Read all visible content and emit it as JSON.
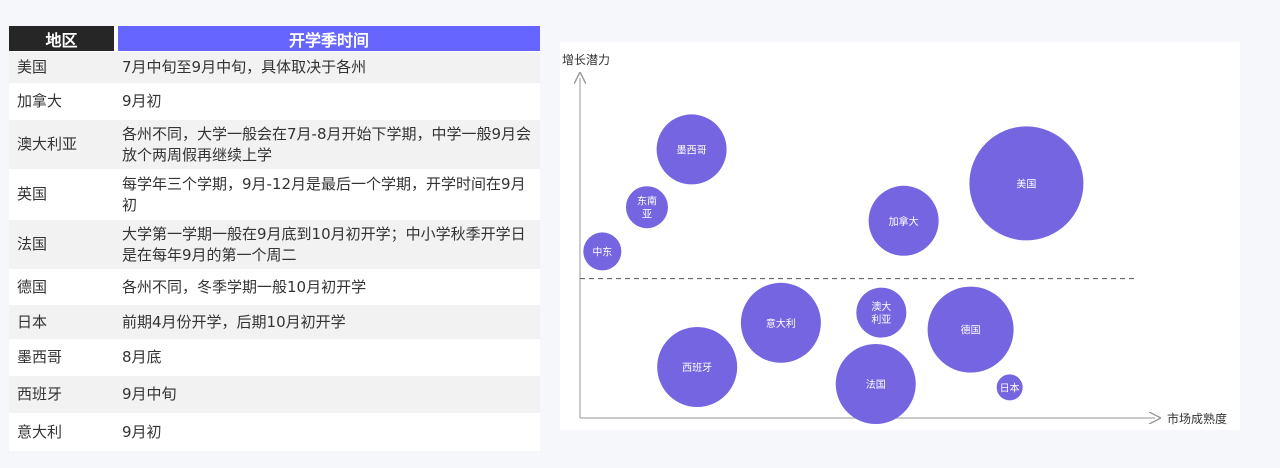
{
  "table": {
    "headers": [
      "地区",
      "开学季时间"
    ],
    "rows": [
      {
        "region": "美国",
        "time": "7月中旬至9月中旬，具体取决于各州"
      },
      {
        "region": "加拿大",
        "time": "9月初"
      },
      {
        "region": "澳大利亚",
        "time": "各州不同，大学一般会在7月-8月开始下学期，中学一般9月会放个两周假再继续上学"
      },
      {
        "region": "英国",
        "time": "每学年三个学期，9月-12月是最后一个学期，开学时间在9月初"
      },
      {
        "region": "法国",
        "time": "大学第一学期一般在9月底到10月初开学；中小学秋季开学日是在每年9月的第一个周二"
      },
      {
        "region": "德国",
        "time": "各州不同，冬季学期一般10月初开学"
      },
      {
        "region": "日本",
        "time": "前期4月份开学，后期10月初开学"
      },
      {
        "region": "墨西哥",
        "time": "8月底"
      },
      {
        "region": "西班牙",
        "time": "9月中旬"
      },
      {
        "region": "意大利",
        "time": "9月初"
      }
    ]
  },
  "chart_data": {
    "type": "scatter",
    "xlabel": "市场成熟度",
    "ylabel": "增长潜力",
    "xlim": [
      0,
      100
    ],
    "ylim": [
      0,
      100
    ],
    "reference_line_y": 41,
    "grid": false,
    "bubble_color": "#7565e0",
    "points": [
      {
        "label": [
          "美国"
        ],
        "x": 80,
        "y": 69,
        "size": 57
      },
      {
        "label": [
          "加拿大"
        ],
        "x": 58,
        "y": 58,
        "size": 35
      },
      {
        "label": [
          "墨西哥"
        ],
        "x": 20,
        "y": 79,
        "size": 35
      },
      {
        "label": [
          "东南",
          "亚"
        ],
        "x": 12,
        "y": 62,
        "size": 21
      },
      {
        "label": [
          "中东"
        ],
        "x": 4,
        "y": 49,
        "size": 19
      },
      {
        "label": [
          "意大利"
        ],
        "x": 36,
        "y": 28,
        "size": 40
      },
      {
        "label": [
          "澳大",
          "利亚"
        ],
        "x": 54,
        "y": 31,
        "size": 25
      },
      {
        "label": [
          "德国"
        ],
        "x": 70,
        "y": 26,
        "size": 43
      },
      {
        "label": [
          "西班牙"
        ],
        "x": 21,
        "y": 15,
        "size": 40
      },
      {
        "label": [
          "法国"
        ],
        "x": 53,
        "y": 10,
        "size": 40
      },
      {
        "label": [
          "日本"
        ],
        "x": 77,
        "y": 9,
        "size": 13
      }
    ]
  }
}
